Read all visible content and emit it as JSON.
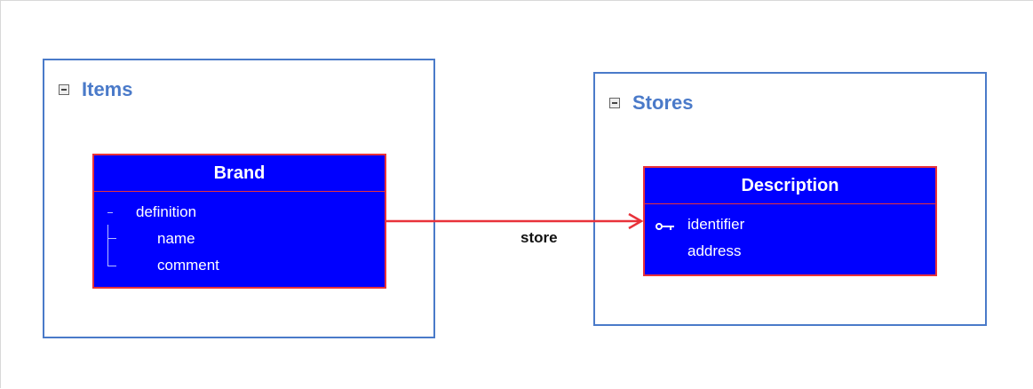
{
  "groups": {
    "items": {
      "title": "Items"
    },
    "stores": {
      "title": "Stores"
    }
  },
  "entities": {
    "brand": {
      "name": "Brand",
      "attributes": [
        "definition",
        "name",
        "comment"
      ]
    },
    "description": {
      "name": "Description",
      "attributes": [
        "identifier",
        "address"
      ]
    }
  },
  "relationship": {
    "label": "store",
    "color": "#e8323a"
  },
  "colors": {
    "group_border": "#4a7ac9",
    "entity_fill": "#0000ff",
    "entity_border": "#e8323a"
  },
  "icons": {
    "collapse": "minus-box-icon",
    "key": "key-icon"
  }
}
